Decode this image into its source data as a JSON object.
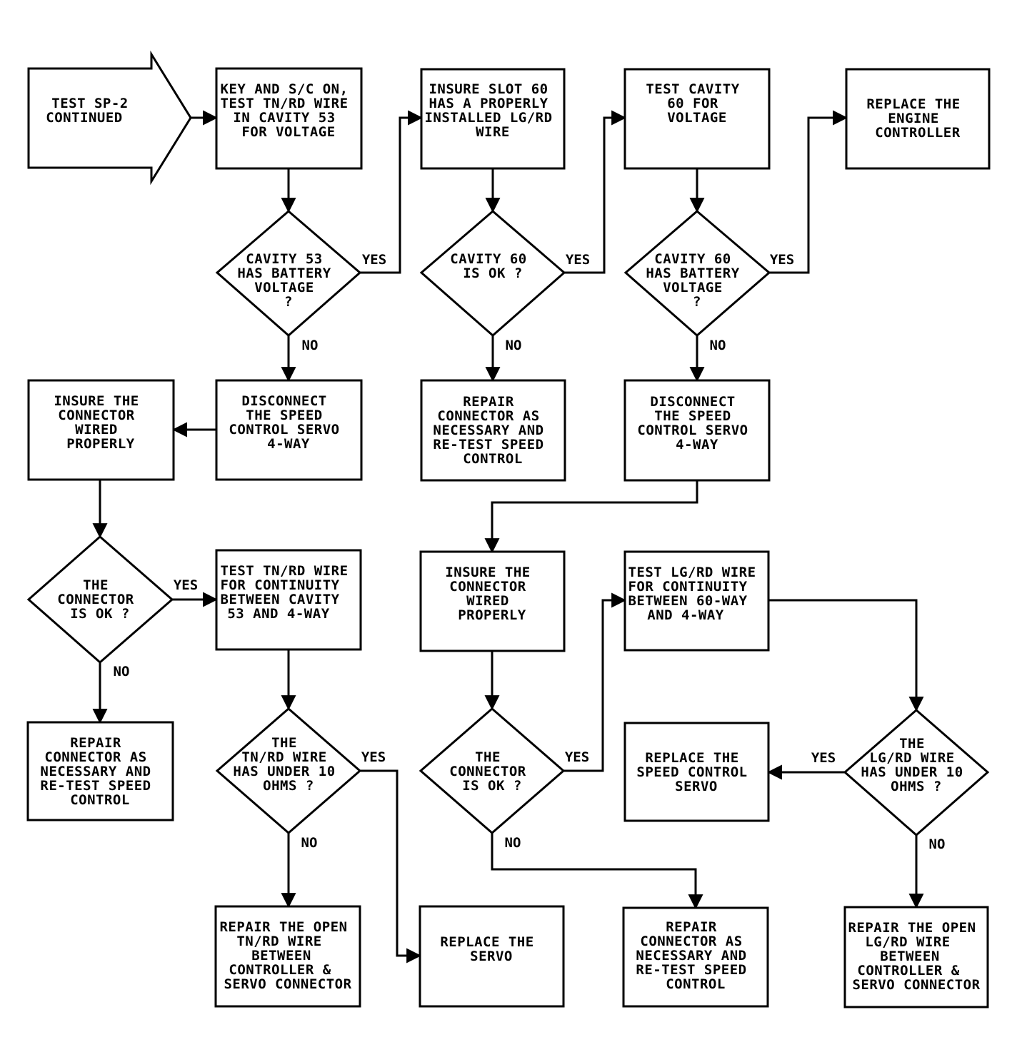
{
  "nodes": {
    "start": [
      "TEST SP-2",
      "CONTINUED"
    ],
    "b1": [
      "KEY AND S/C ON,",
      "TEST TN/RD WIRE",
      "IN CAVITY 53",
      "FOR VOLTAGE"
    ],
    "b2": [
      "INSURE SLOT 60",
      "HAS A PROPERLY",
      "INSTALLED LG/RD",
      "WIRE"
    ],
    "b3": [
      "TEST CAVITY",
      "60 FOR",
      "VOLTAGE"
    ],
    "b4": [
      "REPLACE THE",
      "ENGINE",
      "CONTROLLER"
    ],
    "d1": [
      "CAVITY 53",
      "HAS BATTERY",
      "VOLTAGE",
      "?"
    ],
    "d2": [
      "CAVITY 60",
      "IS OK ?"
    ],
    "d3": [
      "CAVITY 60",
      "HAS BATTERY",
      "VOLTAGE",
      "?"
    ],
    "b5": [
      "INSURE THE",
      "CONNECTOR",
      "WIRED",
      "PROPERLY"
    ],
    "b6": [
      "DISCONNECT",
      "THE SPEED",
      "CONTROL SERVO",
      "4-WAY"
    ],
    "b7": [
      "REPAIR",
      "CONNECTOR AS",
      "NECESSARY AND",
      "RE-TEST SPEED",
      "CONTROL"
    ],
    "b8": [
      "DISCONNECT",
      "THE SPEED",
      "CONTROL SERVO",
      "4-WAY"
    ],
    "d4": [
      "THE",
      "CONNECTOR",
      "IS OK ?"
    ],
    "b9": [
      "TEST TN/RD WIRE",
      "FOR CONTINUITY",
      "BETWEEN CAVITY",
      "53 AND 4-WAY"
    ],
    "b10": [
      "INSURE THE",
      "CONNECTOR",
      "WIRED",
      "PROPERLY"
    ],
    "b11": [
      "TEST LG/RD WIRE",
      "FOR CONTINUITY",
      "BETWEEN 60-WAY",
      "AND 4-WAY"
    ],
    "b12": [
      "REPAIR",
      "CONNECTOR AS",
      "NECESSARY AND",
      "RE-TEST SPEED",
      "CONTROL"
    ],
    "d5": [
      "THE",
      "TN/RD WIRE",
      "HAS UNDER 10",
      "OHMS ?"
    ],
    "d6": [
      "THE",
      "CONNECTOR",
      "IS OK ?"
    ],
    "b13": [
      "REPLACE THE",
      "SPEED CONTROL",
      "SERVO"
    ],
    "d7": [
      "THE",
      "LG/RD WIRE",
      "HAS UNDER 10",
      "OHMS ?"
    ],
    "b14": [
      "REPAIR THE OPEN",
      "TN/RD WIRE",
      "BETWEEN",
      "CONTROLLER &",
      "SERVO CONNECTOR"
    ],
    "b15": [
      "REPLACE THE",
      "SERVO"
    ],
    "b16": [
      "REPAIR",
      "CONNECTOR AS",
      "NECESSARY AND",
      "RE-TEST SPEED",
      "CONTROL"
    ],
    "b17": [
      "REPAIR THE OPEN",
      "LG/RD WIRE",
      "BETWEEN",
      "CONTROLLER &",
      "SERVO CONNECTOR"
    ]
  },
  "labels": {
    "yes": "YES",
    "no": "NO"
  }
}
